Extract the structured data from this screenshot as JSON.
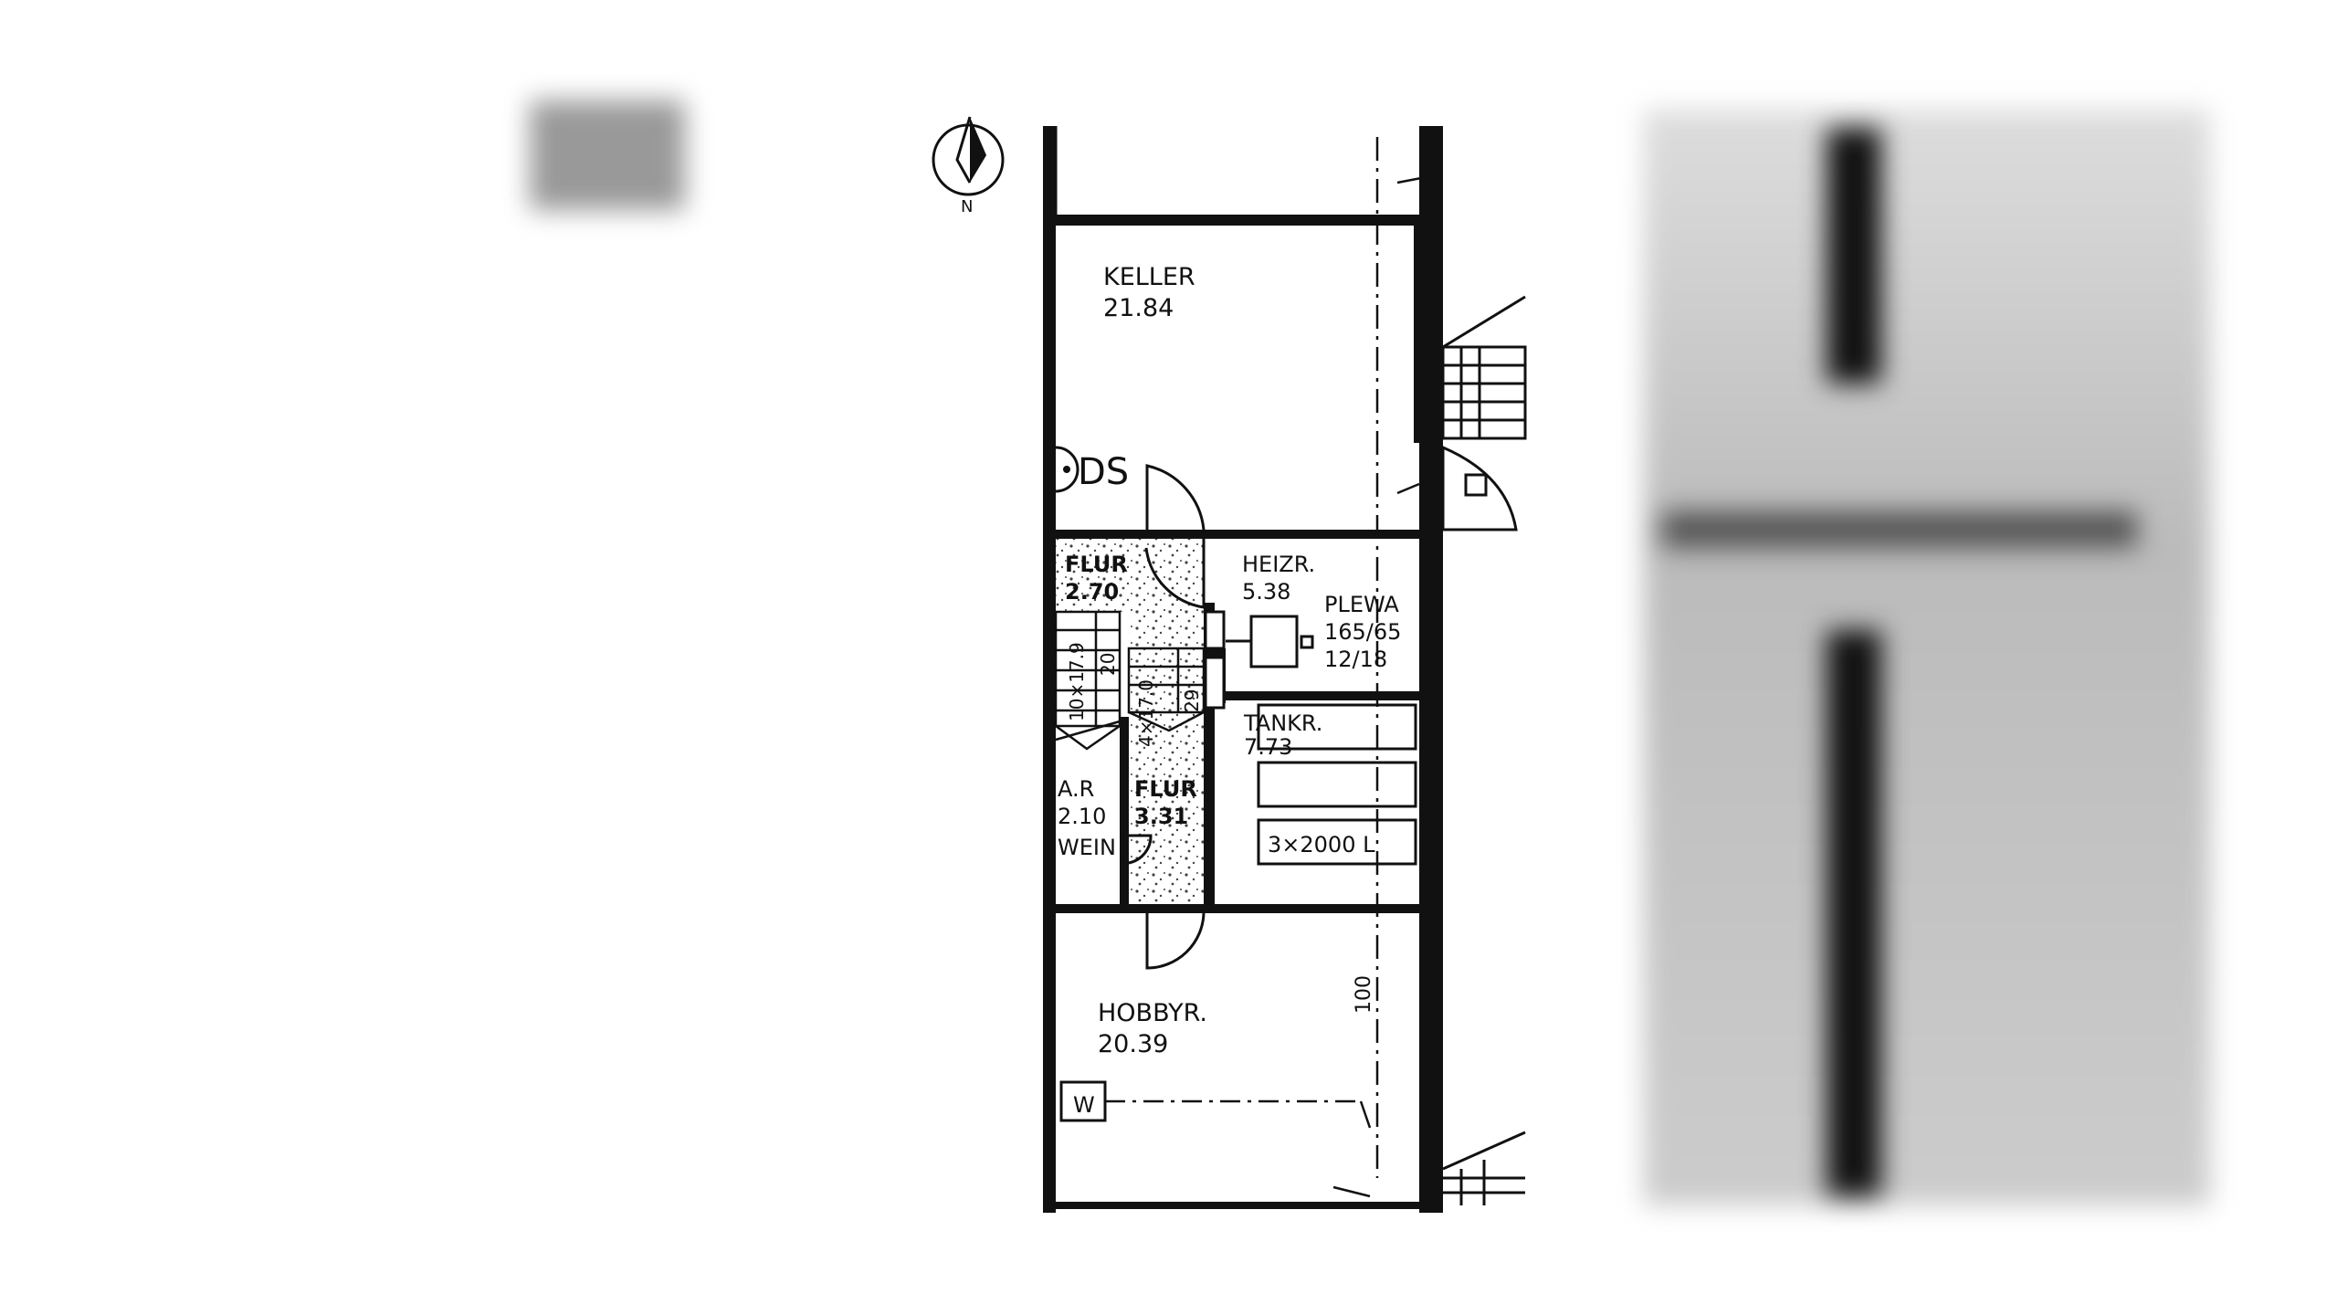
{
  "compass": {
    "label": "N"
  },
  "rooms": {
    "keller": {
      "name": "KELLER",
      "area": "21.84"
    },
    "flur1": {
      "name": "FLUR",
      "area": "2.70"
    },
    "heizr": {
      "name": "HEIZR.",
      "area": "5.38"
    },
    "plewa": {
      "name": "PLEWA",
      "dims1": "165/65",
      "dims2": "12/18"
    },
    "tankr": {
      "name": "TANKR.",
      "area": "7.73",
      "capacity": "3×2000 L"
    },
    "flur2": {
      "name": "FLUR",
      "area": "3.31"
    },
    "ar": {
      "name": "A.R",
      "area": "2.10",
      "sub": "WEIN"
    },
    "hobbyr": {
      "name": "HOBBYR.",
      "area": "20.39"
    }
  },
  "stairs": {
    "main": "10×17.9",
    "step1": "20",
    "small": "4×17.0",
    "step2": "29"
  },
  "annotations": {
    "ds": "DS",
    "dim100": "100",
    "w": "W"
  },
  "colors": {
    "ink": "#111111",
    "speckle": "#555555"
  }
}
